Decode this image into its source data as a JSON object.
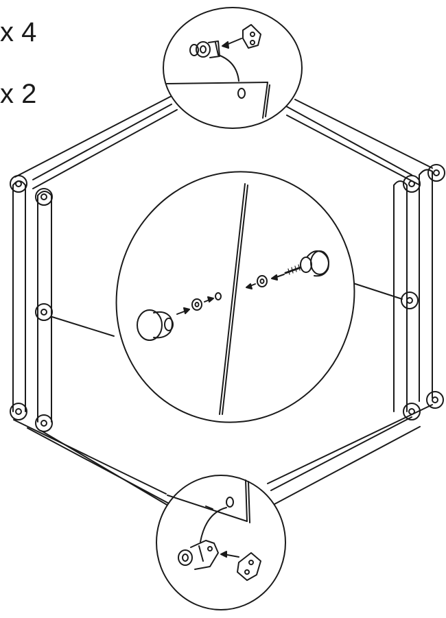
{
  "labels": {
    "qty_top": "x 4",
    "qty_bottom": "x 2"
  },
  "colors": {
    "ink": "#1a1a1a",
    "paper": "#ffffff",
    "shade": "#cfcfcf"
  },
  "parts": {
    "top_detail": "mounting-bracket-to-cam-lock",
    "center_detail": "door-knob-with-washers-and-screw",
    "bottom_detail": "mounting-bracket-to-cam-lock"
  }
}
